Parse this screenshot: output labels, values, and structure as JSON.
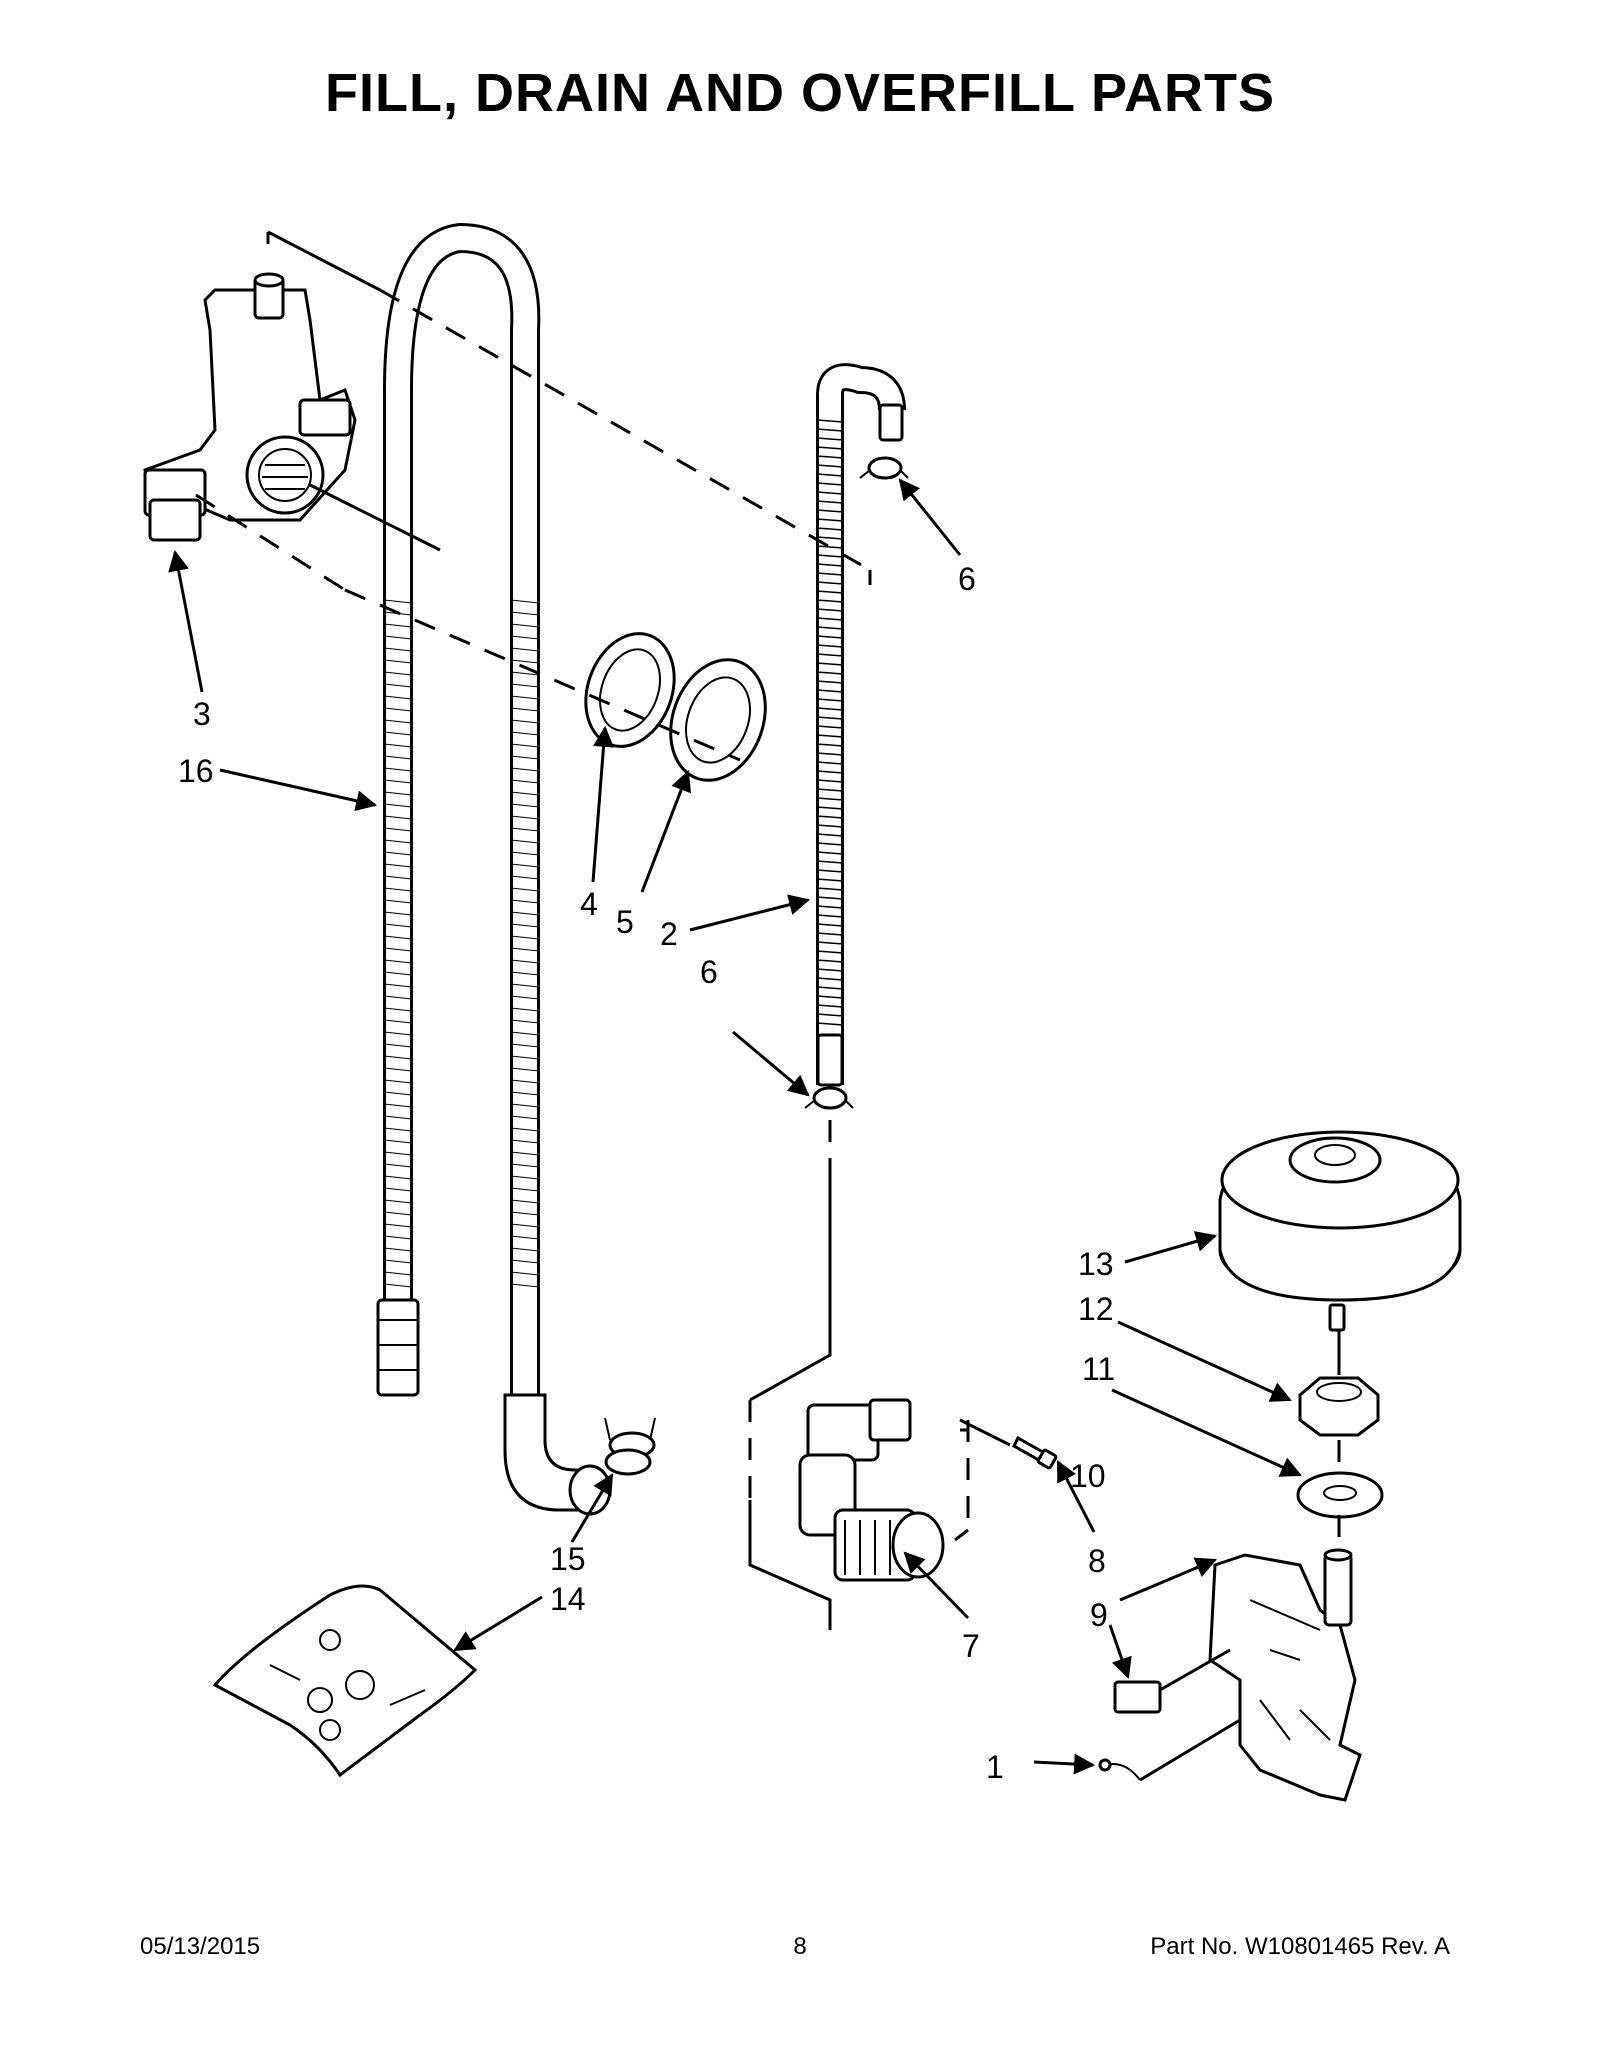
{
  "title": "FILL, DRAIN AND OVERFILL PARTS",
  "callouts": {
    "c1": "1",
    "c2": "2",
    "c3": "3",
    "c4": "4",
    "c5": "5",
    "c6a": "6",
    "c6b": "6",
    "c7": "7",
    "c8": "8",
    "c9": "9",
    "c10": "10",
    "c11": "11",
    "c12": "12",
    "c13": "13",
    "c14": "14",
    "c15": "15",
    "c16": "16"
  },
  "footer": {
    "date": "05/13/2015",
    "page": "8",
    "part_no": "Part No.  W10801465  Rev.  A"
  }
}
